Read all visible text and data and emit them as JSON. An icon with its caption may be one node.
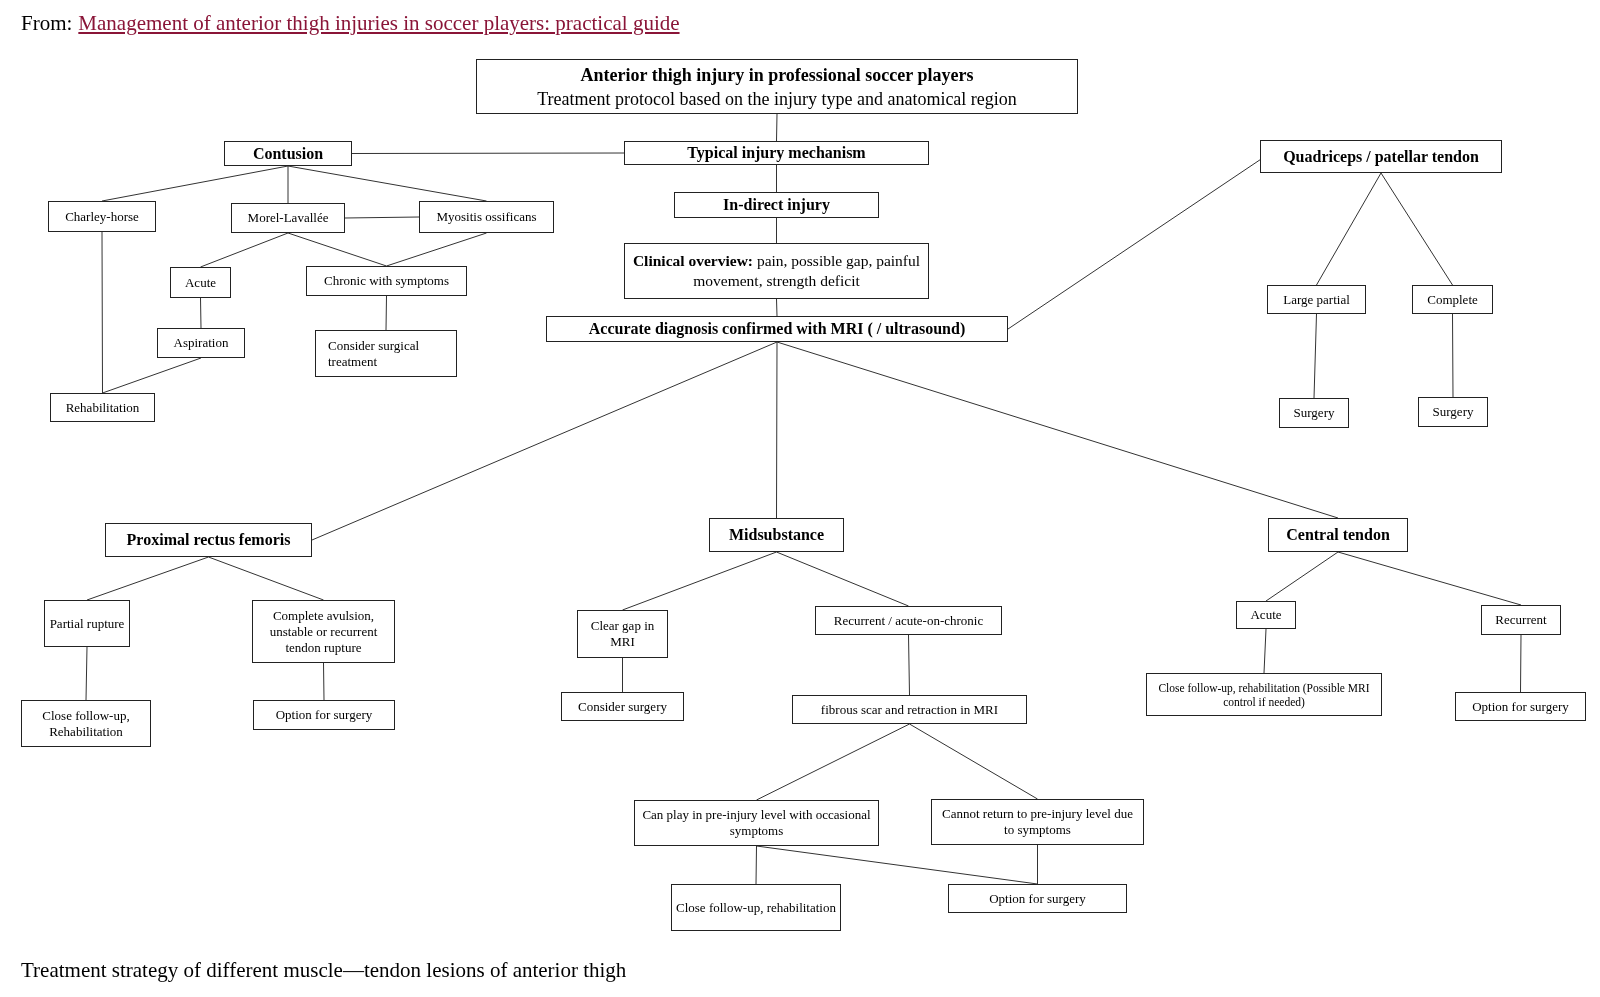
{
  "diagram": {
    "caption": "Treatment strategy of different muscle—tendon lesions of anterior thigh",
    "labels": [
      "From:",
      "Management of anterior thigh injuries in soccer players: practical guide"
    ],
    "nodes": [
      {
        "text": [
          "Anterior thigh injury in professional soccer players",
          "Treatment protocol based on the injury type and anatomical region"
        ]
      },
      {
        "text": [
          "Contusion"
        ]
      },
      {
        "text": [
          "Typical injury mechanism"
        ]
      },
      {
        "text": [
          "Quadriceps / patellar tendon"
        ]
      },
      {
        "text": [
          "Charley-horse"
        ]
      },
      {
        "text": [
          "Morel-Lavallée"
        ]
      },
      {
        "text": [
          "Myositis ossificans"
        ]
      },
      {
        "text": [
          "In-direct injury"
        ]
      },
      {
        "text": [
          "Acute"
        ]
      },
      {
        "text": [
          "Chronic with symptoms"
        ]
      },
      {
        "text": [
          "**Clinical overview:** pain, possible gap, painful movement, strength deficit"
        ]
      },
      {
        "text": [
          "Large partial"
        ]
      },
      {
        "text": [
          "Complete"
        ]
      },
      {
        "text": [
          "Aspiration"
        ]
      },
      {
        "text": [
          "Consider surgical treatment"
        ]
      },
      {
        "text": [
          "Accurate diagnosis confirmed with MRI ( / ultrasound)"
        ]
      },
      {
        "text": [
          "Rehabilitation"
        ]
      },
      {
        "text": [
          "Surgery"
        ]
      },
      {
        "text": [
          "Surgery"
        ]
      },
      {
        "text": [
          "Proximal rectus femoris"
        ]
      },
      {
        "text": [
          "Midsubstance"
        ]
      },
      {
        "text": [
          "Central tendon"
        ]
      },
      {
        "text": [
          "Partial rupture"
        ]
      },
      {
        "text": [
          "Complete avulsion, unstable or recurrent tendon rupture"
        ]
      },
      {
        "text": [
          "Clear gap in MRI"
        ]
      },
      {
        "text": [
          "Recurrent / acute-on-chronic"
        ]
      },
      {
        "text": [
          "Acute"
        ]
      },
      {
        "text": [
          "Recurrent"
        ]
      },
      {
        "text": [
          "Close follow-up, Rehabilitation"
        ]
      },
      {
        "text": [
          "Option for surgery"
        ]
      },
      {
        "text": [
          "Consider surgery"
        ]
      },
      {
        "text": [
          "fibrous scar and retraction in MRI"
        ]
      },
      {
        "text": [
          "Close follow-up, rehabilitation (Possible MRI control if needed)"
        ]
      },
      {
        "text": [
          "Option for surgery"
        ]
      },
      {
        "text": [
          "Can play in pre-injury level with occasional symptoms"
        ]
      },
      {
        "text": [
          "Cannot return to pre-injury level due to symptoms"
        ]
      },
      {
        "text": [
          "Close follow-up, rehabilitation"
        ]
      },
      {
        "text": [
          "Option for surgery"
        ]
      }
    ],
    "edges": [
      {
        "from": 0,
        "to": 2,
        "arrow": "none"
      },
      {
        "from": 1,
        "to": 2,
        "arrow": "none"
      },
      {
        "from": 2,
        "to": 7,
        "arrow": "none"
      },
      {
        "from": 7,
        "to": 10,
        "arrow": "none"
      },
      {
        "from": 10,
        "to": 15,
        "arrow": "none"
      },
      {
        "from": 15,
        "to": 3,
        "arrow": "none"
      },
      {
        "from": 1,
        "to": 4,
        "arrow": "none"
      },
      {
        "from": 1,
        "to": 5,
        "arrow": "none"
      },
      {
        "from": 1,
        "to": 6,
        "arrow": "none"
      },
      {
        "from": 5,
        "to": 6,
        "arrow": "none"
      },
      {
        "from": 5,
        "to": 8,
        "arrow": "none"
      },
      {
        "from": 5,
        "to": 9,
        "arrow": "none"
      },
      {
        "from": 6,
        "to": 9,
        "arrow": "none"
      },
      {
        "from": 8,
        "to": 13,
        "arrow": "none"
      },
      {
        "from": 9,
        "to": 14,
        "arrow": "none"
      },
      {
        "from": 4,
        "to": 16,
        "arrow": "none"
      },
      {
        "from": 13,
        "to": 16,
        "arrow": "none"
      },
      {
        "from": 3,
        "to": 11,
        "arrow": "none"
      },
      {
        "from": 3,
        "to": 12,
        "arrow": "none"
      },
      {
        "from": 11,
        "to": 17,
        "arrow": "none"
      },
      {
        "from": 12,
        "to": 18,
        "arrow": "none"
      },
      {
        "from": 15,
        "to": 19,
        "arrow": "none"
      },
      {
        "from": 15,
        "to": 20,
        "arrow": "none"
      },
      {
        "from": 15,
        "to": 21,
        "arrow": "none"
      },
      {
        "from": 19,
        "to": 22,
        "arrow": "none"
      },
      {
        "from": 19,
        "to": 23,
        "arrow": "none"
      },
      {
        "from": 22,
        "to": 28,
        "arrow": "none"
      },
      {
        "from": 23,
        "to": 29,
        "arrow": "none"
      },
      {
        "from": 20,
        "to": 24,
        "arrow": "none"
      },
      {
        "from": 20,
        "to": 25,
        "arrow": "none"
      },
      {
        "from": 24,
        "to": 30,
        "arrow": "none"
      },
      {
        "from": 25,
        "to": 31,
        "arrow": "none"
      },
      {
        "from": 31,
        "to": 34,
        "arrow": "none"
      },
      {
        "from": 31,
        "to": 35,
        "arrow": "none"
      },
      {
        "from": 34,
        "to": 36,
        "arrow": "none"
      },
      {
        "from": 34,
        "to": 37,
        "arrow": "none"
      },
      {
        "from": 35,
        "to": 37,
        "arrow": "none"
      },
      {
        "from": 21,
        "to": 26,
        "arrow": "none"
      },
      {
        "from": 21,
        "to": 27,
        "arrow": "none"
      },
      {
        "from": 26,
        "to": 32,
        "arrow": "none"
      },
      {
        "from": 27,
        "to": 33,
        "arrow": "none"
      }
    ]
  }
}
